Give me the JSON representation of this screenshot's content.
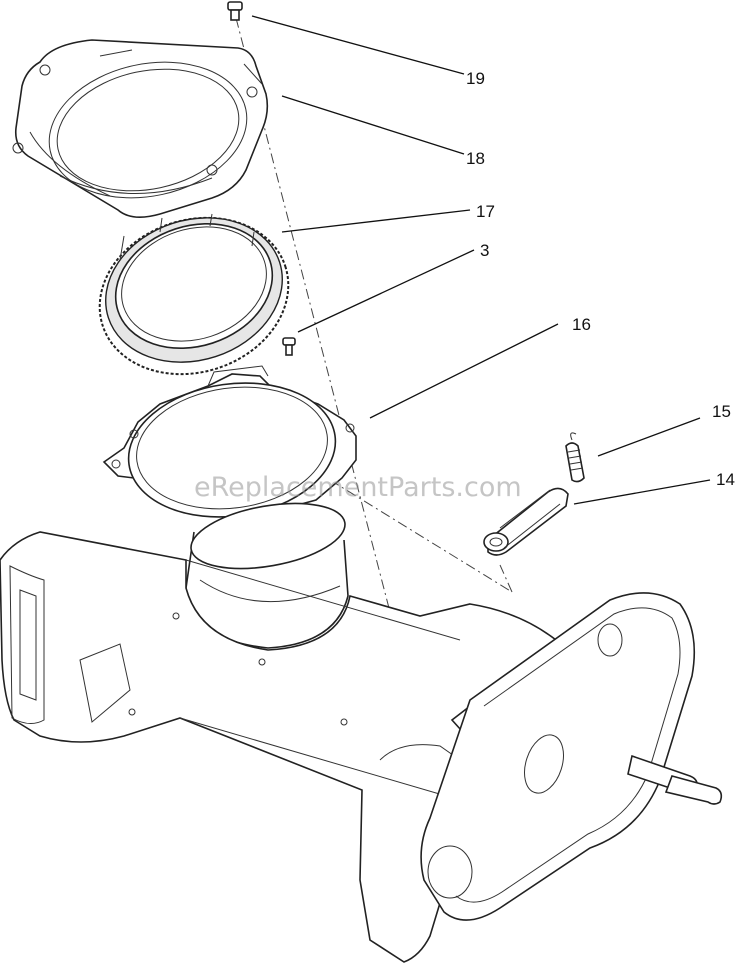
{
  "watermark": "eReplacementParts.com",
  "callouts": [
    "19",
    "18",
    "17",
    "3",
    "16",
    "15",
    "14"
  ]
}
